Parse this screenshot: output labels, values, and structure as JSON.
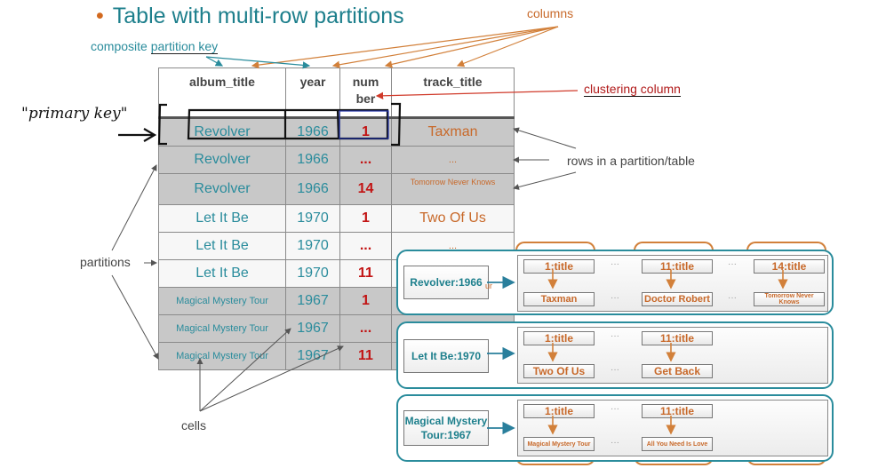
{
  "title": "Table with multi-row partitions",
  "annotations": {
    "composite_prefix": "composite",
    "partition_key": "partition key",
    "columns": "columns",
    "clustering_column": "clustering column",
    "rows_in_partition": "rows in a partition/table",
    "partitions": "partitions",
    "cells": "cells",
    "primary_key": "\"primary key\""
  },
  "table": {
    "headers": [
      "album_title",
      "year",
      "num",
      "ber",
      "track_title"
    ],
    "rows": [
      {
        "album": "Revolver",
        "year": "1966",
        "number": "1",
        "track": "Taxman",
        "shade": "gray"
      },
      {
        "album": "Revolver",
        "year": "1966",
        "number": "...",
        "track": "...",
        "shade": "gray"
      },
      {
        "album": "Revolver",
        "year": "1966",
        "number": "14",
        "track": "Tomorrow Never Knows",
        "shade": "gray"
      },
      {
        "album": "Let It Be",
        "year": "1970",
        "number": "1",
        "track": "Two Of Us",
        "shade": "white"
      },
      {
        "album": "Let It Be",
        "year": "1970",
        "number": "...",
        "track": "...",
        "shade": "white"
      },
      {
        "album": "Let It Be",
        "year": "1970",
        "number": "11",
        "track": "",
        "shade": "white"
      },
      {
        "album": "Magical Mystery Tour",
        "year": "1967",
        "number": "1",
        "track": "",
        "shade": "gray"
      },
      {
        "album": "Magical Mystery Tour",
        "year": "1967",
        "number": "...",
        "track": "",
        "shade": "gray"
      },
      {
        "album": "Magical Mystery Tour",
        "year": "1967",
        "number": "11",
        "track": "",
        "shade": "gray"
      }
    ]
  },
  "partitions": [
    {
      "key": "Revolver:1966",
      "stray": "ur",
      "cells": [
        {
          "name": "1:title",
          "value": "Taxman"
        },
        {
          "name": "11:title",
          "value": "Doctor Robert"
        },
        {
          "name": "14:title",
          "value": "Tomorrow Never Knows"
        }
      ]
    },
    {
      "key": "Let It Be:1970",
      "cells": [
        {
          "name": "1:title",
          "value": "Two Of Us"
        },
        {
          "name": "11:title",
          "value": "Get Back"
        }
      ]
    },
    {
      "key": "Magical Mystery Tour:1967",
      "cells": [
        {
          "name": "1:title",
          "value": "Magical Mystery Tour"
        },
        {
          "name": "11:title",
          "value": "All You Need Is Love"
        }
      ]
    }
  ],
  "ellipsis": "···",
  "colors": {
    "teal": "#2a8c9c",
    "orange": "#c8692a",
    "red": "#c21414",
    "gray_row": "#c8c8c8"
  }
}
